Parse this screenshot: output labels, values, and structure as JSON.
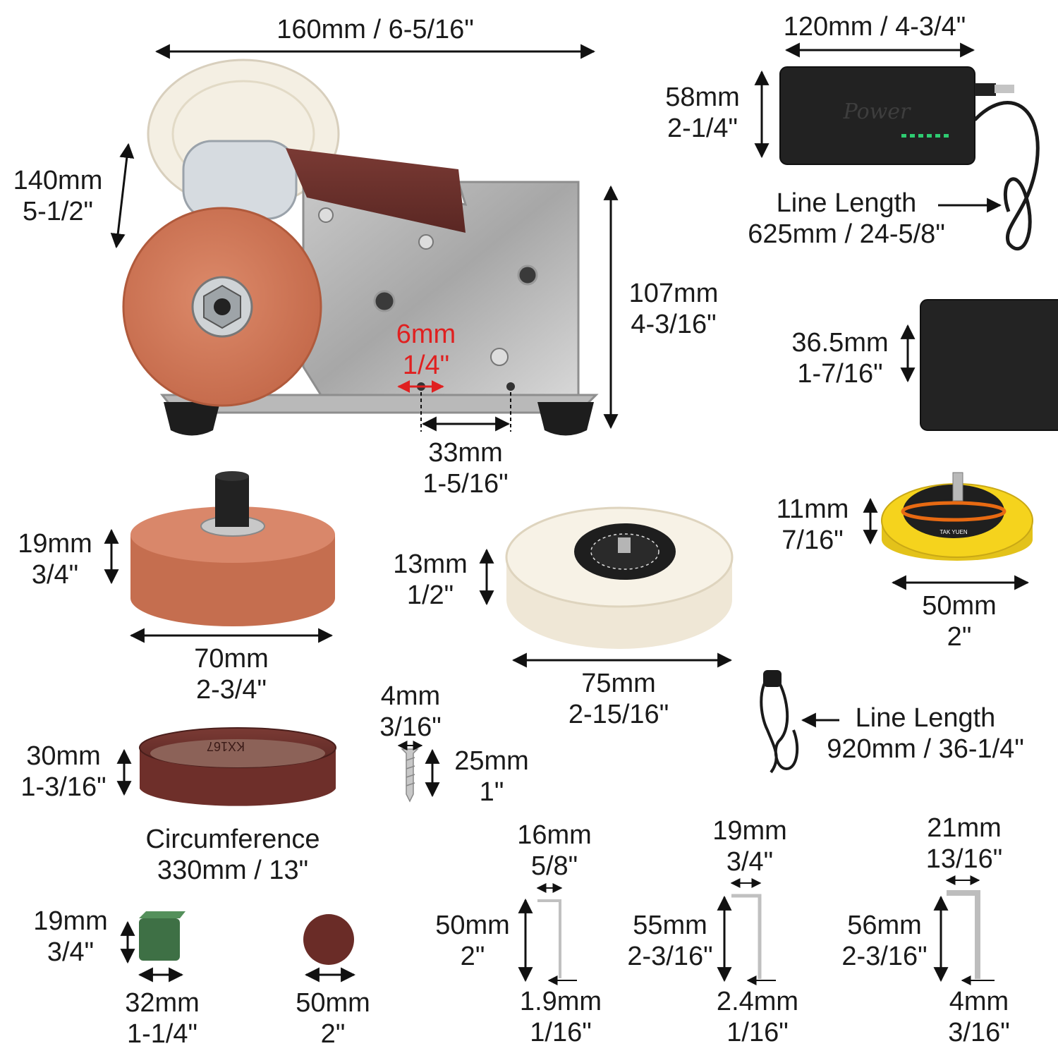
{
  "main": {
    "dims": {
      "width": [
        "160mm / 6-5/16\""
      ],
      "height": [
        "140mm",
        "5-1/2\""
      ],
      "depth": [
        "107mm",
        "4-3/16\""
      ],
      "hole": [
        "6mm",
        "1/4\""
      ],
      "hole_spacing": [
        "33mm",
        "1-5/16\""
      ]
    }
  },
  "power_supply": {
    "label": "Power",
    "width": [
      "120mm / 4-3/4\""
    ],
    "depth": [
      "58mm",
      "2-1/4\""
    ],
    "thickness": [
      "36.5mm",
      "1-7/16\""
    ],
    "line": [
      "Line Length",
      "625mm / 24-5/8\""
    ]
  },
  "grinding_wheel": {
    "thickness": [
      "19mm",
      "3/4\""
    ],
    "diameter": [
      "70mm",
      "2-3/4\""
    ]
  },
  "buffing_wheel": {
    "thickness": [
      "13mm",
      "1/2\""
    ],
    "diameter": [
      "75mm",
      "2-15/16\""
    ]
  },
  "sanding_pad": {
    "thickness": [
      "11mm",
      "7/16\""
    ],
    "diameter": [
      "50mm",
      "2\""
    ],
    "brand": "TAK YUEN"
  },
  "power_cord": {
    "line": [
      "Line Length",
      "920mm / 36-1/4\""
    ]
  },
  "sanding_belt": {
    "width": [
      "30mm",
      "1-3/16\""
    ],
    "circumference": [
      "Circumference",
      "330mm / 13\""
    ],
    "print": "KX167"
  },
  "screw": {
    "head": [
      "4mm",
      "3/16\""
    ],
    "length": [
      "25mm",
      "1\""
    ]
  },
  "polishing_compound": {
    "height": [
      "19mm",
      "3/4\""
    ],
    "width": [
      "32mm",
      "1-1/4\""
    ]
  },
  "sanding_disc": {
    "diameter": [
      "50mm",
      "2\""
    ]
  },
  "hex_keys": [
    {
      "short": [
        "16mm",
        "5/8\""
      ],
      "long": [
        "50mm",
        "2\""
      ],
      "size": [
        "1.9mm",
        "1/16\""
      ]
    },
    {
      "short": [
        "19mm",
        "3/4\""
      ],
      "long": [
        "55mm",
        "2-3/16\""
      ],
      "size": [
        "2.4mm",
        "1/16\""
      ]
    },
    {
      "short": [
        "21mm",
        "13/16\""
      ],
      "long": [
        "56mm",
        "2-3/16\""
      ],
      "size": [
        "4mm",
        "3/16\""
      ]
    }
  ]
}
